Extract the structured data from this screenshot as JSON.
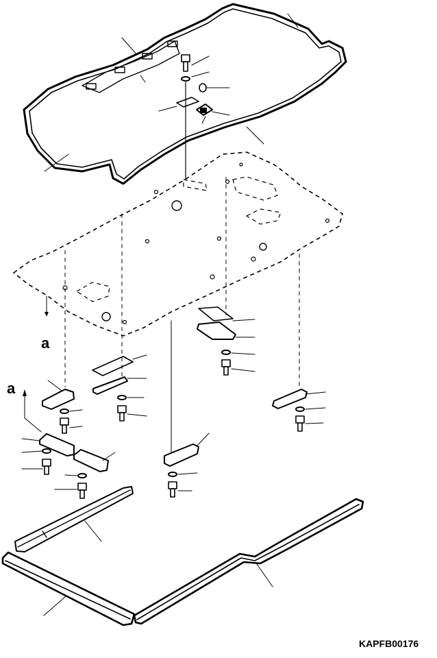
{
  "drawing": {
    "code": "KAPFB00176",
    "ref_letter_upper": "a",
    "ref_letter_lower": "a"
  },
  "colors": {
    "ink": "#000000",
    "paper": "#ffffff"
  }
}
